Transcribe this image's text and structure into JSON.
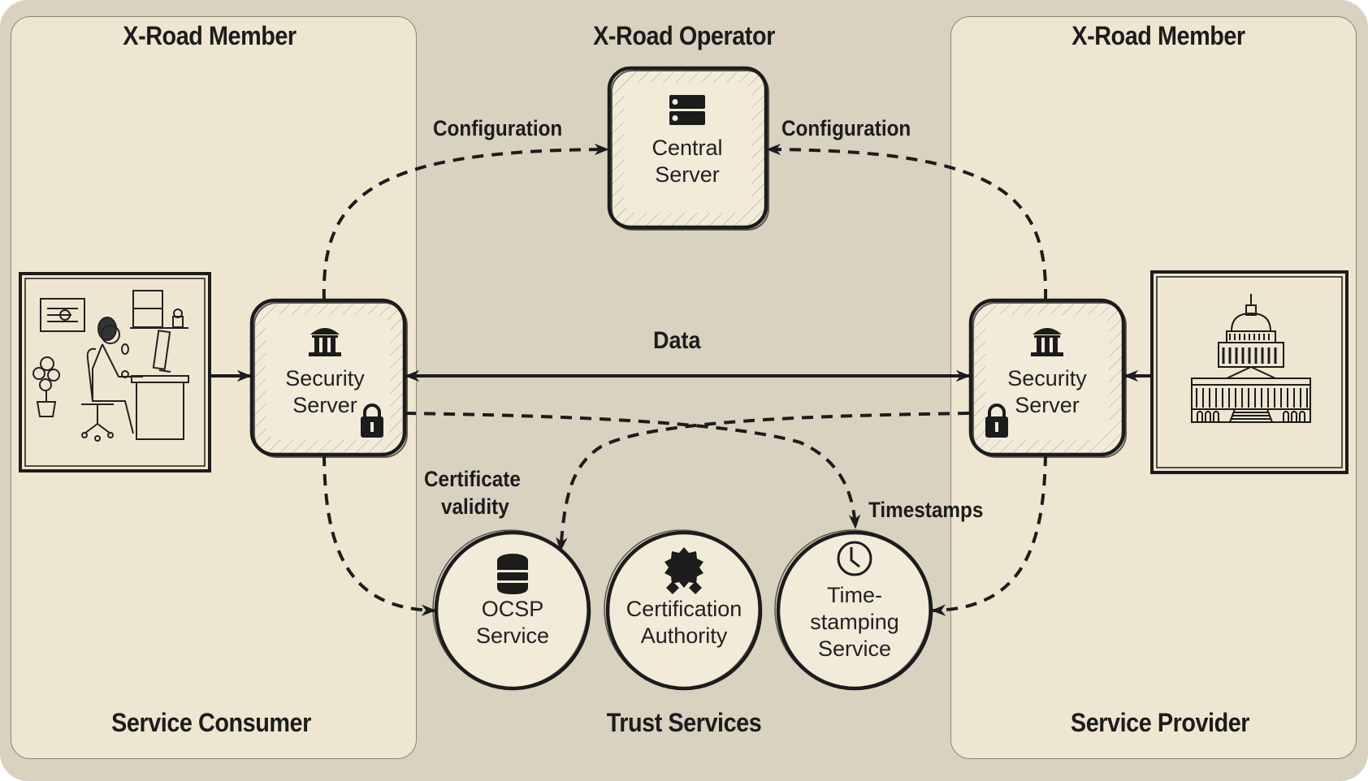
{
  "zones": {
    "left": {
      "header": "X-Road Member",
      "footer": "Service Consumer"
    },
    "center": {
      "header": "X-Road Operator",
      "footer": "Trust Services"
    },
    "right": {
      "header": "X-Road Member",
      "footer": "Service Provider"
    }
  },
  "nodes": {
    "central_server": {
      "line1": "Central",
      "line2": "Server",
      "icon": "server-rack-icon"
    },
    "security_server_left": {
      "line1": "Security",
      "line2": "Server",
      "icon": "bank-building-icon",
      "badge": "padlock-icon"
    },
    "security_server_right": {
      "line1": "Security",
      "line2": "Server",
      "icon": "bank-building-icon",
      "badge": "padlock-icon"
    },
    "consumer": {
      "icon": "person-at-desk-illustration"
    },
    "provider": {
      "icon": "capitol-building-illustration"
    },
    "ocsp": {
      "line1": "OCSP",
      "line2": "Service",
      "icon": "database-icon"
    },
    "ca": {
      "line1": "Certification",
      "line2": "Authority",
      "icon": "seal-badge-icon"
    },
    "tsa": {
      "line1": "Time-",
      "line2": "stamping",
      "line3": "Service",
      "icon": "clock-icon"
    }
  },
  "edges": {
    "config_left": "Configuration",
    "config_right": "Configuration",
    "data": "Data",
    "cert_validity_line1": "Certificate",
    "cert_validity_line2": "validity",
    "timestamps": "Timestamps"
  },
  "colors": {
    "outer_bg": "#d9d2c1",
    "panel_bg": "#efe6d1",
    "node_fill": "#f2ebda",
    "ink": "#1c1c1c"
  }
}
